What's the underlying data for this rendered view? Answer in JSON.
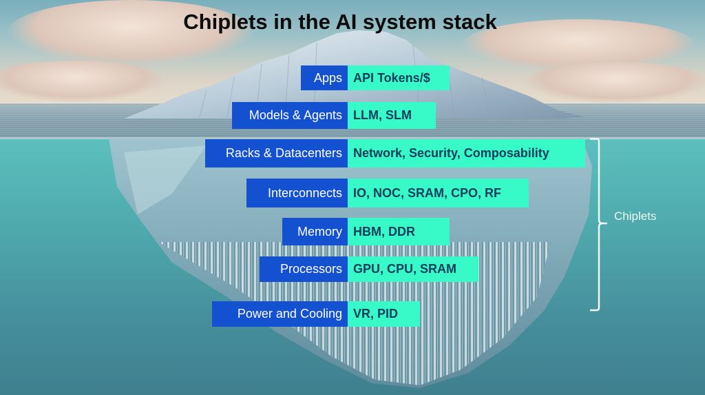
{
  "title": "Chiplets in the AI system stack",
  "layers": [
    {
      "name": "Apps",
      "examples": "API Tokens/$"
    },
    {
      "name": "Models & Agents",
      "examples": "LLM, SLM"
    },
    {
      "name": "Racks & Datacenters",
      "examples": "Network, Security, Composability"
    },
    {
      "name": "Interconnects",
      "examples": "IO, NOC, SRAM, CPO, RF"
    },
    {
      "name": "Memory",
      "examples": "HBM, DDR"
    },
    {
      "name": "Processors",
      "examples": "GPU, CPU, SRAM"
    },
    {
      "name": "Power and Cooling",
      "examples": "VR, PID"
    }
  ],
  "group": {
    "label": "Chiplets",
    "covers": [
      "Racks & Datacenters",
      "Interconnects",
      "Memory",
      "Processors",
      "Power and Cooling"
    ]
  },
  "colors": {
    "layer_label_bg": "#1351d1",
    "layer_label_text": "#ffffff",
    "example_bg": "#38fac8",
    "example_text": "#0f3d5c",
    "title_text": "#0b0b0b"
  }
}
